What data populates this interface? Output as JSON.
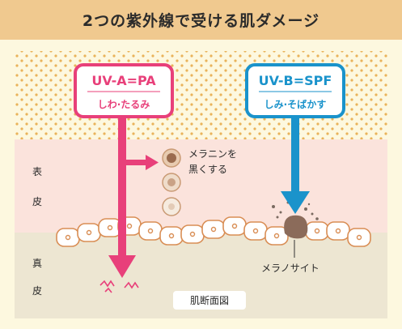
{
  "header": {
    "title": "2つの紫外線で受ける肌ダメージ"
  },
  "uva": {
    "title": "UV-A=PA",
    "subtitle": "しわ·たるみ",
    "color": "#e8407a"
  },
  "uvb": {
    "title": "UV-B=SPF",
    "subtitle": "しみ·そばかす",
    "color": "#1a93cb"
  },
  "layers": {
    "epidermis": [
      "表",
      "皮"
    ],
    "dermis": [
      "真",
      "皮"
    ],
    "epidermis_color": "#fbe3dc",
    "dermis_color": "#ede6d2"
  },
  "melanin_note": [
    "メラニンを",
    "黒くする"
  ],
  "melanocyte_label": "メラノサイト",
  "caption": "肌断面図"
}
